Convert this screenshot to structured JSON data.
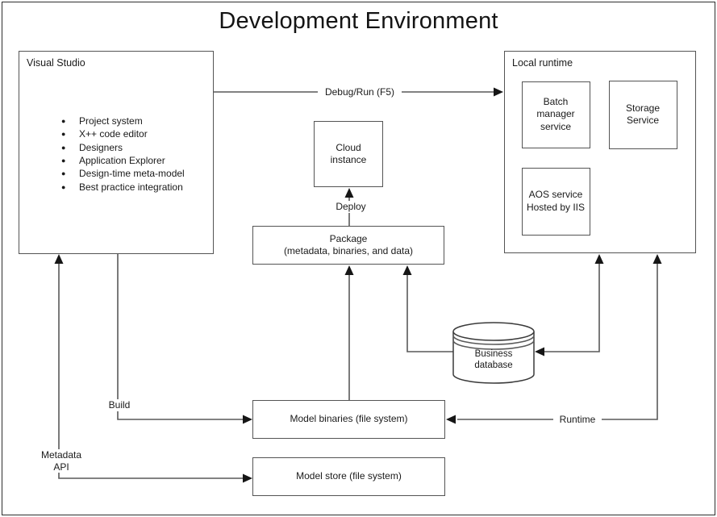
{
  "title": "Development Environment",
  "colors": {
    "background": "#ffffff",
    "box_border": "#545454",
    "wire": "#595959",
    "arrowhead": "#161616",
    "text": "#1a1a1a"
  },
  "visual_studio": {
    "label": "Visual Studio",
    "bullets": [
      "Project system",
      "X++ code editor",
      "Designers",
      "Application Explorer",
      "Design-time meta-model",
      "Best practice integration"
    ]
  },
  "local_runtime": {
    "label": "Local runtime",
    "batch_label": "Batch\nmanager\nservice",
    "storage_label": "Storage\nService",
    "aos_label": "AOS service\nHosted by IIS"
  },
  "cloud_instance": {
    "label": "Cloud\ninstance"
  },
  "package": {
    "label": "Package\n(metadata, binaries, and data)"
  },
  "business_database": {
    "label": "Business\ndatabase"
  },
  "model_binaries": {
    "label": "Model binaries (file system)"
  },
  "model_store": {
    "label": "Model store (file system)"
  },
  "edges": {
    "debug_run": "Debug/Run (F5)",
    "deploy": "Deploy",
    "build": "Build",
    "runtime": "Runtime",
    "metadata_api": "Metadata\nAPI"
  }
}
